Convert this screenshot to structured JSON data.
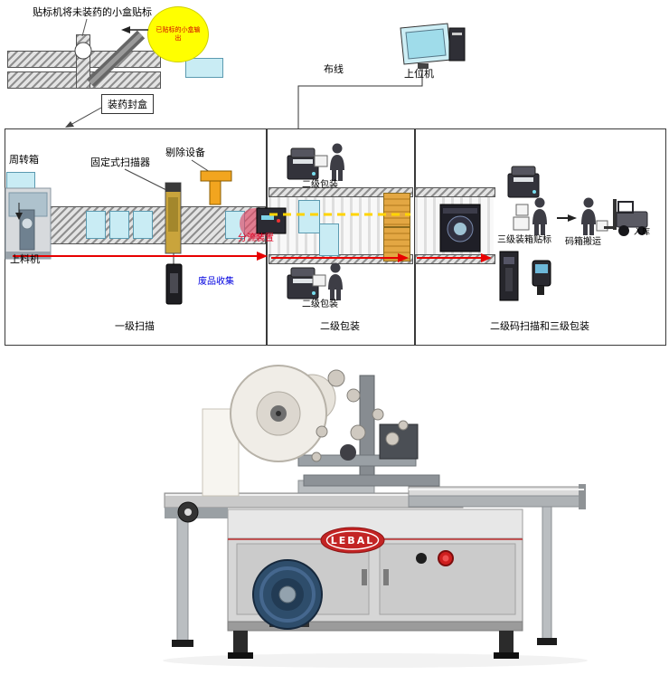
{
  "top": {
    "caption": "贴标机将未装药的小盒贴标",
    "bubble_text": "已贴标的小盒输出",
    "fill_seal_label": "装药封盒",
    "wiring_label": "布线",
    "host_label": "上位机"
  },
  "panel_scan": {
    "turnover_label": "周转箱",
    "fixed_scanner_label": "固定式扫描器",
    "reject_label": "剔除设备",
    "feeder_label": "上料机",
    "divert_label": "分流装置",
    "waste_label": "废品收集",
    "caption": "一级扫描"
  },
  "panel_pack2": {
    "pack_top_label": "二级包装",
    "pack_bottom_label": "二级包装",
    "caption": "二级包装"
  },
  "panel_pack3": {
    "box_label": "三级装箱贴标",
    "move_label": "码箱搬运",
    "warehouse_label": "入库",
    "caption": "二级码扫描和三级包装"
  },
  "machine": {
    "brand": "LEBAL"
  },
  "colors": {
    "highlight_yellow": "#ffff00",
    "flow_red": "#e80000",
    "waste_blue": "#0000e0",
    "product_cyan": "#c9ecf4",
    "carton_orange": "#e3a743",
    "brand_red": "#c32424"
  }
}
